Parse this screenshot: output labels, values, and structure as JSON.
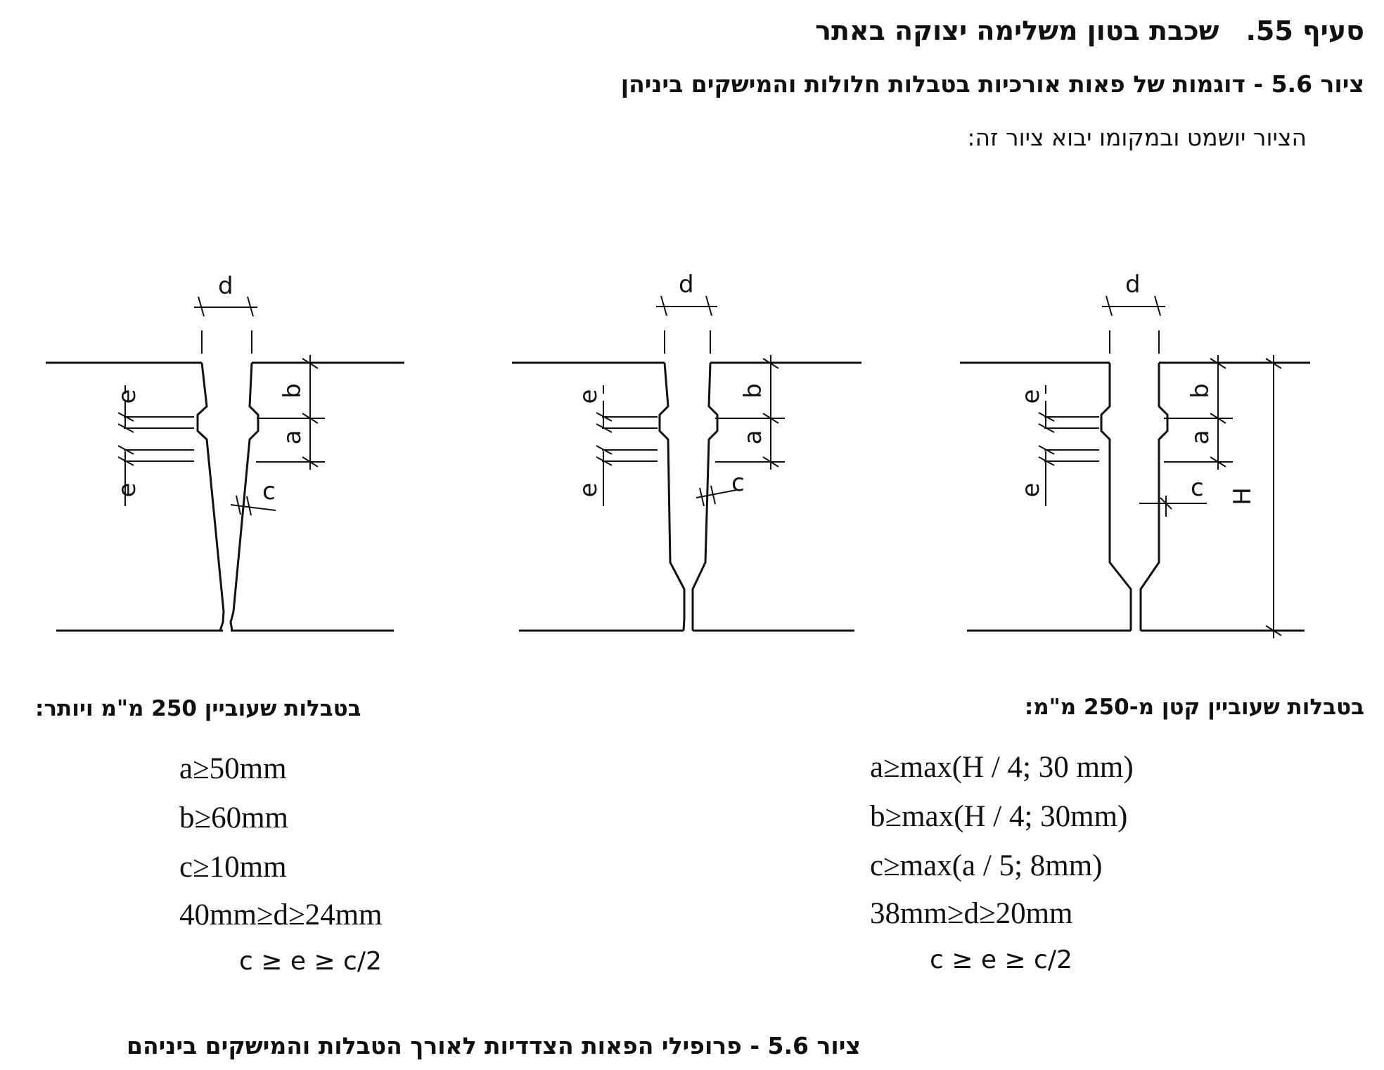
{
  "header": {
    "section_label": "סעיף 55.",
    "section_title": "שכבת בטון משלימה יצוקה באתר",
    "caption_top": "ציור 5.6 - דוגמות של פאות אורכיות בטבלות חלולות והמישקים ביניהן",
    "note": "הציור יושמט ובמקומו יבוא ציור זה:"
  },
  "profiles": {
    "labels": {
      "d": "d",
      "b": "b",
      "a": "a",
      "e": "e",
      "c": "c",
      "H": "H"
    }
  },
  "groups": {
    "thick": {
      "title": "בטבלות שעוביין 250 מ\"מ ויותר:",
      "rules": [
        "a≥50mm",
        "b≥60mm",
        "c≥10mm",
        "40mm≥d≥24mm",
        "c ≥ e ≥ c/2"
      ]
    },
    "thin": {
      "title": "בטבלות שעוביין קטן מ-250 מ\"מ:",
      "rules": [
        "a≥max(H / 4; 30 mm)",
        "b≥max(H / 4; 30mm)",
        "c≥max(a / 5; 8mm)",
        "38mm≥d≥20mm",
        "c ≥ e ≥ c/2"
      ]
    }
  },
  "footer": {
    "caption_bottom": "ציור 5.6 - פרופילי הפאות הצדדיות לאורך הטבלות והמישקים ביניהם"
  }
}
